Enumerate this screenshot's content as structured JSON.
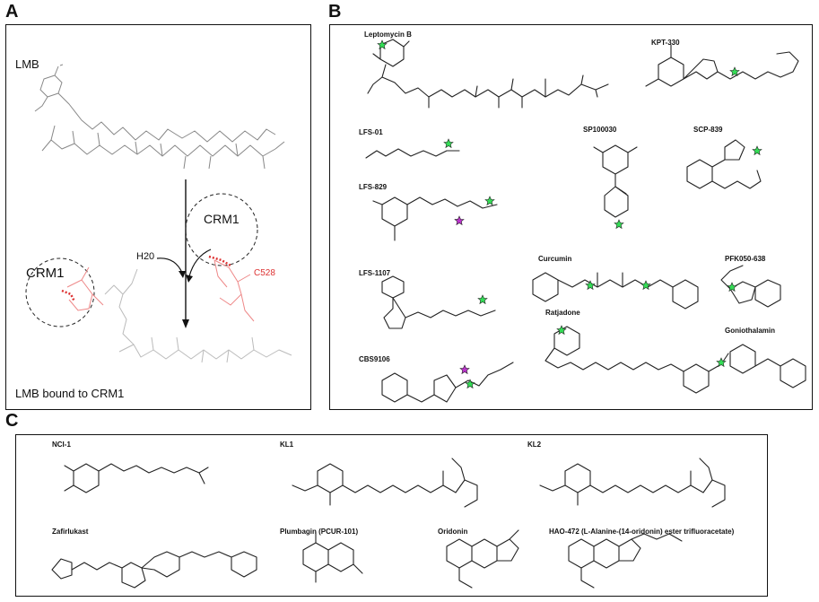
{
  "panels": {
    "a": {
      "label": "A",
      "lmb": "LMB",
      "crm1_right": "CRM1",
      "crm1_left": "CRM1",
      "h2o": "H20",
      "residue": "C528",
      "bound": "LMB bound to CRM1"
    },
    "b": {
      "label": "B",
      "compounds": [
        "Leptomycin B",
        "KPT-330",
        "LFS-01",
        "SP100030",
        "SCP-839",
        "LFS-829",
        "LFS-1107",
        "Curcumin",
        "PFK050-638",
        "Ratjadone",
        "Goniothalamin",
        "CBS9106"
      ]
    },
    "c": {
      "label": "C",
      "compounds": [
        "NCI-1",
        "KL1",
        "KL2",
        "Zafirlukast",
        "Plumbagin (PCUR-101)",
        "Oridonin",
        "HAO-472 (L-Alanine-(14-oridonin) ester trifluoracetate)"
      ]
    }
  },
  "colors": {
    "star_green": "#33dd55",
    "star_purple": "#bb33cc",
    "crm1_red": "#dd3333"
  }
}
